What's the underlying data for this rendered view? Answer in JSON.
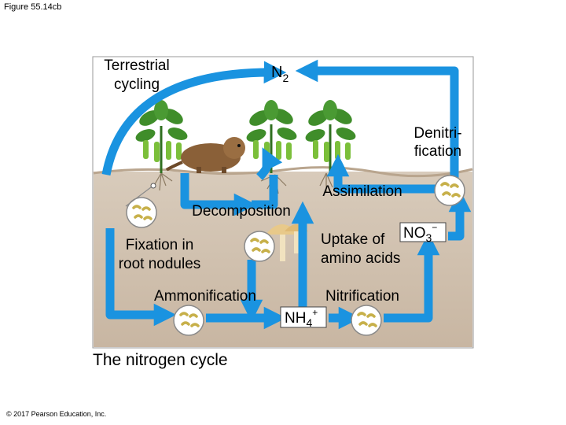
{
  "figure_label": "Figure 55.14cb",
  "title": "The nitrogen cycle",
  "copyright": "© 2017 Pearson Education, Inc.",
  "labels": {
    "terrestrial_line1": "Terrestrial",
    "terrestrial_line2": "cycling",
    "n2_base": "N",
    "n2_sub": "2",
    "denitri_line1": "Denitri-",
    "denitri_line2": "fication",
    "assimilation": "Assimilation",
    "decomposition": "Decomposition",
    "fixation_line1": "Fixation in",
    "fixation_line2": "root nodules",
    "uptake_line1": "Uptake of",
    "uptake_line2": "amino acids",
    "no3_base": "NO",
    "no3_sub": "3",
    "no3_sup": "−",
    "ammonification": "Ammonification",
    "nitrification": "Nitrification",
    "nh4_base": "NH",
    "nh4_sub": "4",
    "nh4_sup": "+"
  },
  "colors": {
    "arrow": "#1a93e0",
    "sky": "#ffffff",
    "soil_top": "#d6c8b6",
    "soil": "#c9b8a4",
    "plant_leaf": "#3f8d2a",
    "pod": "#7bbf3a",
    "animal": "#8a6038",
    "bacteria_fill": "#f6ee9a",
    "bacteria_stroke": "#c7b04a",
    "mushroom": "#e8c98a"
  },
  "icons": [
    "plant-icon",
    "rodent-icon",
    "mushroom-icon",
    "bacteria-icon"
  ]
}
